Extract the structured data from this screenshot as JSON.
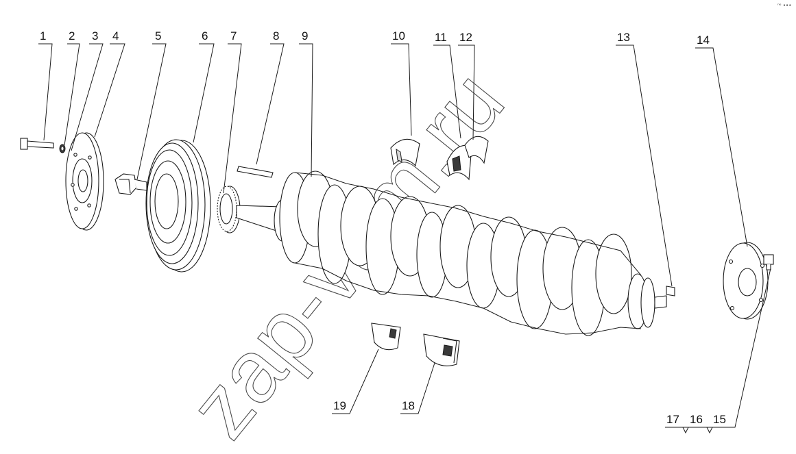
{
  "diagram": {
    "callouts": [
      "1",
      "2",
      "3",
      "4",
      "5",
      "6",
      "7",
      "8",
      "9",
      "10",
      "11",
      "12",
      "13",
      "14",
      "15",
      "16",
      "17",
      "18",
      "19"
    ],
    "watermark": "zap-vam.ru",
    "corner_mark": "ⁿᵉ •••",
    "colors": {
      "line": "#1a1a1a",
      "background": "#ffffff"
    }
  }
}
